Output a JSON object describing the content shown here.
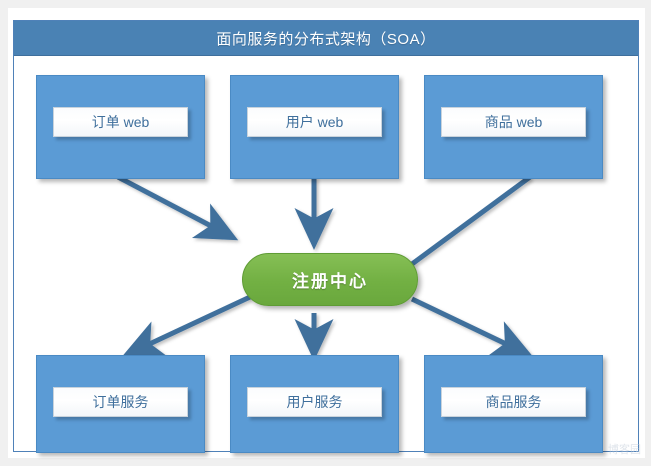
{
  "panel": {
    "title": "面向服务的分布式架构（SOA）"
  },
  "diagram": {
    "type": "service-oriented-architecture",
    "accent_colors": {
      "title_bar": "#4a82b4",
      "node_blue": "#5b9bd5",
      "registry_green": "#72b043",
      "arrow_blue": "#3f6f9c",
      "frame_border": "#4f81b8",
      "label_text": "#3f6f9c"
    },
    "web_tier": [
      {
        "label": "订单 web"
      },
      {
        "label": "用户 web"
      },
      {
        "label": "商品 web"
      }
    ],
    "registry": {
      "label": "注册中心"
    },
    "service_tier": [
      {
        "label": "订单服务"
      },
      {
        "label": "用户服务"
      },
      {
        "label": "商品服务"
      }
    ],
    "connections": [
      {
        "from": "订单 web",
        "to": "注册中心",
        "arrowhead": true
      },
      {
        "from": "用户 web",
        "to": "注册中心",
        "arrowhead": true
      },
      {
        "from": "商品 web",
        "to": "注册中心",
        "arrowhead": false
      },
      {
        "from": "注册中心",
        "to": "订单服务",
        "arrowhead": true
      },
      {
        "from": "注册中心",
        "to": "用户服务",
        "arrowhead": true
      },
      {
        "from": "注册中心",
        "to": "商品服务",
        "arrowhead": true
      }
    ]
  },
  "watermark": {
    "text": "博客园"
  }
}
